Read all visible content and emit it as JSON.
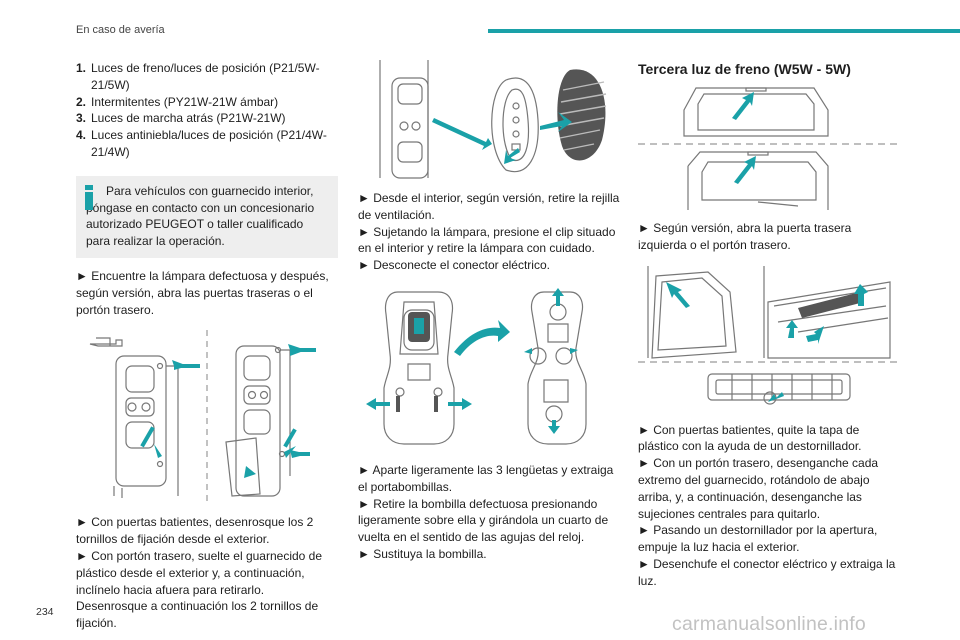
{
  "header": {
    "section": "En caso de avería",
    "accent_color": "#1aa1a8"
  },
  "page_number": "234",
  "watermark": "carmanualsonline.info",
  "col1": {
    "list": [
      {
        "num": "1.",
        "text": "Luces de freno/luces de posición (P21/5W-21/5W)"
      },
      {
        "num": "2.",
        "text": "Intermitentes (PY21W-21W ámbar)"
      },
      {
        "num": "3.",
        "text": "Luces de marcha atrás (P21W-21W)"
      },
      {
        "num": "4.",
        "text": "Luces antiniebla/luces de posición (P21/4W-21/4W)"
      }
    ],
    "note": "Para vehículos con guarnecido interior, póngase en contacto con un concesionario autorizado PEUGEOT o taller cualificado para realizar la operación.",
    "step_open": "► Encuentre la lámpara defectuosa y después, según versión, abra las puertas traseras o el portón trasero.",
    "steps_after_figure": [
      "► Con puertas batientes, desenrosque los 2 tornillos de fijación desde el exterior.",
      "► Con portón trasero, suelte el guarnecido de plástico desde el exterior y, a continuación, inclínelo hacia afuera para retirarlo.",
      "Desenrosque a continuación los 2 tornillos de fijación."
    ]
  },
  "col2": {
    "steps_a": [
      "► Desde el interior, según versión, retire la rejilla de ventilación.",
      "► Sujetando la lámpara, presione el clip situado en el interior y retire la lámpara con cuidado.",
      "► Desconecte el conector eléctrico."
    ],
    "steps_b": [
      "► Aparte ligeramente las 3 lengüetas y extraiga el portabombillas.",
      "► Retire la bombilla defectuosa presionando ligeramente sobre ella y girándola un cuarto de vuelta en el sentido de las agujas del reloj.",
      "► Sustituya la bombilla."
    ]
  },
  "col3": {
    "title": "Tercera luz de freno (W5W - 5W)",
    "step_a": "► Según versión, abra la puerta trasera izquierda o el portón trasero.",
    "steps_b": [
      "► Con puertas batientes, quite la tapa de plástico con la ayuda de un destornillador.",
      "► Con un portón trasero, desenganche cada extremo del guarnecido, rotándolo de abajo arriba, y, a continuación, desenganche las sujeciones centrales para quitarlo.",
      "► Pasando un destornillador por la apertura, empuje la luz hacia el exterior.",
      "► Desenchufe el conector eléctrico y extraiga la luz."
    ]
  }
}
